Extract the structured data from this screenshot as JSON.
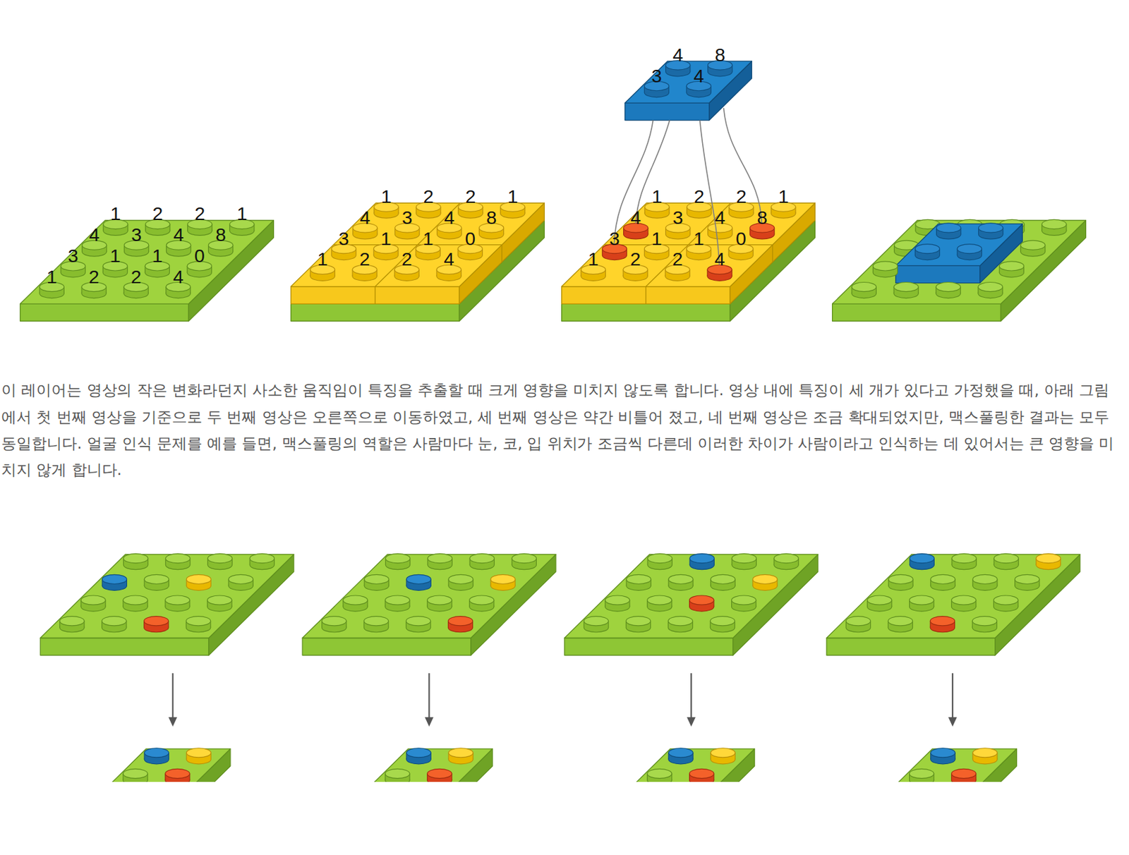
{
  "diagram": {
    "labels": [
      "1",
      "2",
      "2",
      "1",
      "4",
      "3",
      "4",
      "8",
      "3",
      "1",
      "1",
      "0",
      "1",
      "2",
      "2",
      "4",
      "1",
      "2",
      "2",
      "1",
      "4",
      "3",
      "4",
      "8",
      "3",
      "1",
      "1",
      "0",
      "1",
      "2",
      "2",
      "4",
      "4",
      "8",
      "3",
      "4",
      "1",
      "2",
      "2",
      "1",
      "4",
      "3",
      "4",
      "8",
      "3",
      "1",
      "1",
      "0",
      "1",
      "2",
      "2",
      "4",
      "이 레이어는 영상의 작은 변화라던지 사소한 움직임이 특징을 추출할 때 크게 영향을 미치지 않도록 합니다. 영상 내에 특징이 세 개가 있다고 가정했을 때, 아래 그림에서 첫 번째 영상을 기준으로 두 번째 영상은 오른쪽으로 이동하였고, 세 번째 영상은 약간 비틀어 졌고, 네 번째 영상은 조금 확대되었지만, 맥스풀링한 결과는 모두 동일합니다. 얼굴 인식 문제를 예를 들면, 맥스풀링의 역할은 사람마다 눈, 코, 입 위치가 조금씩 다른데 이러한 차이가 사람이라고 인식하는 데 있어서는 큰 영향을 미치지 않게 합니다."
    ]
  }
}
